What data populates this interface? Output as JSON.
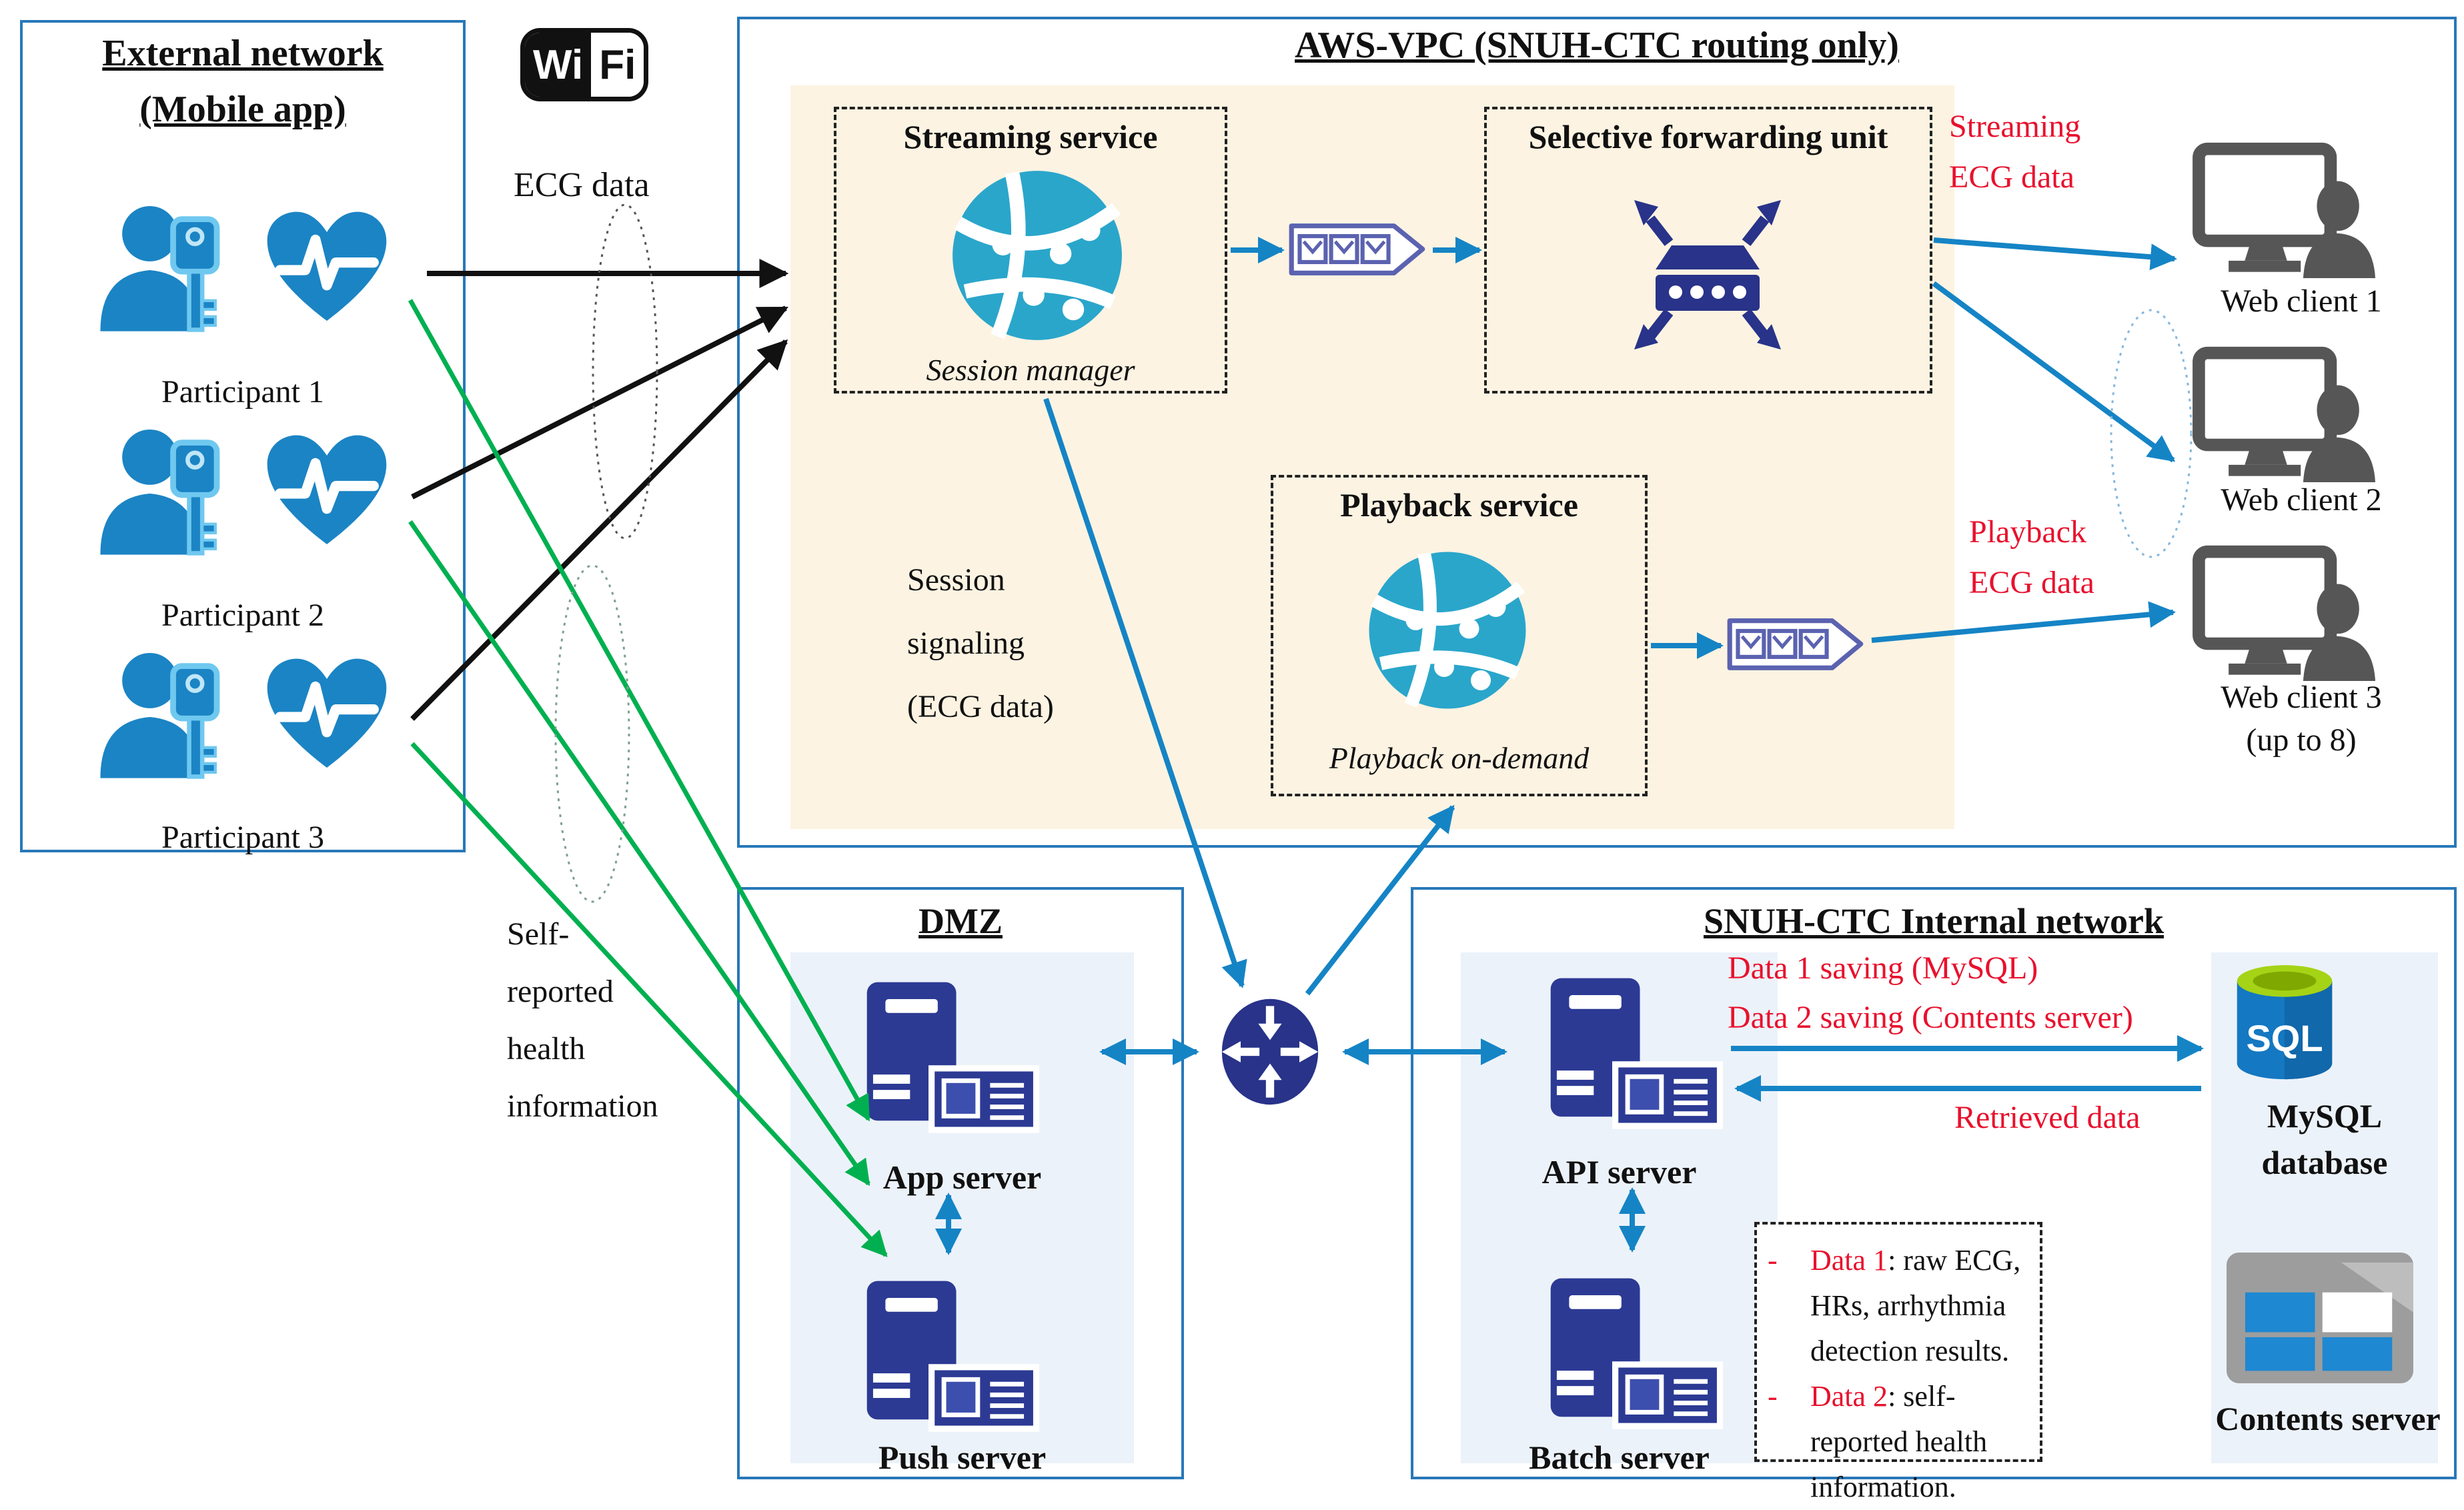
{
  "colors": {
    "box_border": "#2878b8",
    "beige_bg": "#fdf3e2",
    "panel_bg": "#ecf2f9",
    "navy": "#2c3a94",
    "blue_arrow": "#1584c5",
    "green_arrow": "#00b050",
    "red_label": "#e8112d",
    "icon_blue": "#1b84c4",
    "client_gray": "#565656",
    "mysql_blue": "#1478c2",
    "mysql_green": "#a5d316",
    "queue_outline": "#5b62b0"
  },
  "external": {
    "title": "External network",
    "subtitle": "(Mobile app)",
    "participants": [
      {
        "label": "Participant 1"
      },
      {
        "label": "Participant 2"
      },
      {
        "label": "Participant 3"
      }
    ]
  },
  "wifi": {
    "left": "Wi",
    "right": "Fi"
  },
  "flow_labels": {
    "ecg_data": "ECG data",
    "self_reported": "Self-\nreported\nhealth\ninformation",
    "session_signaling": "Session\nsignaling\n(ECG data)",
    "streaming_ecg": "Streaming\nECG data",
    "playback_ecg": "Playback\nECG data",
    "data1_saving": "Data 1 saving (MySQL)",
    "data2_saving": "Data 2 saving (Contents server)",
    "retrieved": "Retrieved data"
  },
  "aws": {
    "title": "AWS-VPC (SNUH-CTC routing only)",
    "streaming": {
      "title": "Streaming service",
      "subtitle": "Session manager"
    },
    "sfu": {
      "title": "Selective forwarding unit"
    },
    "playback": {
      "title": "Playback service",
      "subtitle": "Playback on-demand"
    }
  },
  "web_clients": [
    {
      "label": "Web client 1",
      "sublabel": ""
    },
    {
      "label": "Web client 2",
      "sublabel": ""
    },
    {
      "label": "Web client 3",
      "sublabel": "(up to 8)"
    }
  ],
  "dmz": {
    "title": "DMZ",
    "app_server": "App server",
    "push_server": "Push server"
  },
  "internal": {
    "title": "SNUH-CTC Internal network",
    "api_server": "API server",
    "batch_server": "Batch server",
    "mysql": {
      "sql": "SQL",
      "line1": "MySQL",
      "line2": "database"
    },
    "contents_server": "Contents server"
  },
  "note": {
    "items": [
      {
        "bullet": "-",
        "label": "Data 1",
        "text": ": raw ECG, HRs, arrhythmia detection results."
      },
      {
        "bullet": "-",
        "label": "Data 2",
        "text": ": self-reported health information."
      }
    ]
  }
}
